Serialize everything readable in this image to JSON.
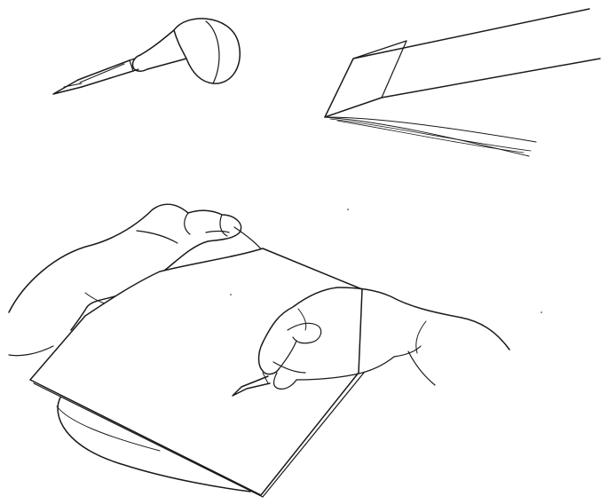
{
  "figure": {
    "background": "#ffffff",
    "ink": "#1a1a1a",
    "parts": [
      {
        "name": "burin-tool",
        "label": ""
      },
      {
        "name": "burin-blade-closeup",
        "label": ""
      },
      {
        "name": "engraving-demonstration",
        "label": ""
      }
    ]
  }
}
